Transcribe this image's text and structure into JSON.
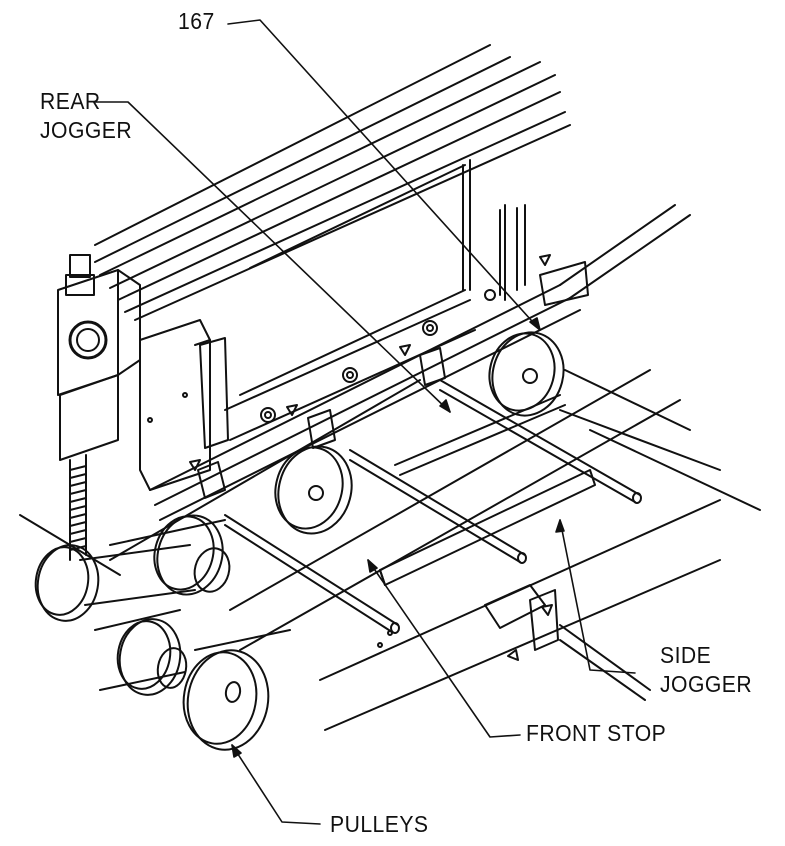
{
  "labels": {
    "part_167": "167",
    "rear_jogger_line1": "REAR",
    "rear_jogger_line2": "JOGGER",
    "side_jogger_line1": "SIDE",
    "side_jogger_line2": "JOGGER",
    "front_stop": "FRONT STOP",
    "pulleys": "PULLEYS"
  },
  "colors": {
    "ink": "#111111",
    "paper": "#ffffff"
  }
}
